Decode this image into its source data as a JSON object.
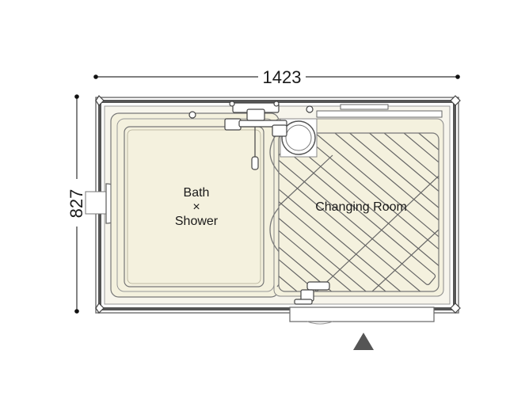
{
  "dimensions": {
    "width": "1423",
    "depth": "827"
  },
  "rooms": {
    "bath_line1": "Bath",
    "bath_line2": "×",
    "bath_line3": "Shower",
    "changing": "Changing Room"
  },
  "colors": {
    "floor": "#f4f1de",
    "outline": "#555555",
    "frame": "#8a8a8a",
    "entrance_arrow": "#555555"
  },
  "icons": {
    "entrance": "triangle-up-icon"
  }
}
